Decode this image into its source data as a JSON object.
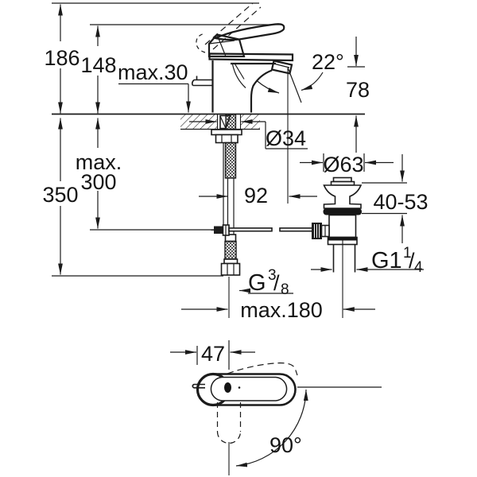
{
  "drawing": {
    "description": "Single-lever basin mixer technical installation drawing with dimensions, side view, drain assembly and top view",
    "background": "#ffffff",
    "line_color": "#1b1b1b",
    "labels": {
      "total_height": "186",
      "spout_height": "148",
      "max_deck_thickness": "max.30",
      "stream_angle": "22°",
      "outlet_height": "78",
      "hole_diameter": "Ø34",
      "max_rod_depth_line1": "max.",
      "max_rod_depth_line2": "300",
      "hose_length": "350",
      "spout_projection": "92",
      "waste_flange_diameter": "Ø63",
      "deck_clamp_range": "40-53",
      "waste_thread": {
        "prefix": "G1",
        "numerator": "1",
        "slash": "/",
        "denominator": "4"
      },
      "supply_thread": {
        "prefix": "G",
        "numerator": "3",
        "slash": "/",
        "denominator": "8"
      },
      "max_hose_offset": "max.180",
      "body_width": "47",
      "handle_swivel": "90°"
    }
  }
}
